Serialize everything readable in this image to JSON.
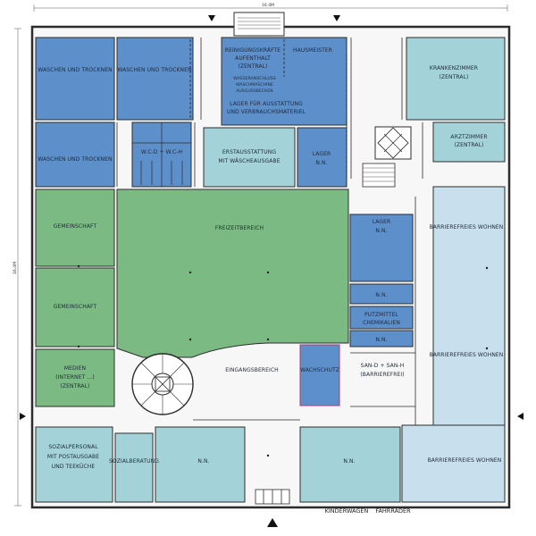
{
  "colors": {
    "dark_blue": "#5d8fcb",
    "mid_blue": "#89b6d4",
    "light_teal": "#a3d3d9",
    "pale_blue": "#c8dfee",
    "green": "#7cba84",
    "wall": "#2c2c2c"
  },
  "dimensions": {
    "top": "16.4M",
    "left": "16.4M"
  },
  "rooms": {
    "waschen_1": "WASCHEN UND TROCKNEN",
    "waschen_2": "WASCHEN UND TROCKNEN",
    "waschen_3": "WASCHEN UND TROCKNEN",
    "wc_d_h": "W.C-D + W.C-H",
    "reinigung_1": "REINIGUNGSKRÄFTE",
    "reinigung_2": "AUFENTHALT",
    "reinigung_3": "(ZENTRAL)",
    "hausmeister": "HAUSMEISTER",
    "wasser_1": "WASSERANSCHLUSS",
    "wasser_2": "WASCHMASCHINE",
    "wasser_3": "AUSGUSSBECKEN",
    "lager_ausstattung_1": "LAGER FÜR AUSSTATTUNG",
    "lager_ausstattung_2": "UND VERBRAUCHSMATERIEL",
    "krankenzimmer_1": "KRANKENZIMMER",
    "krankenzimmer_2": "(ZENTRAL)",
    "arztzimmer_1": "ARZTZIMMER",
    "arztzimmer_2": "(ZENTRAL)",
    "erstausstattung_1": "ERSTAUSSTATTUNG",
    "erstausstattung_2": "MIT WÄSCHEAUSGABE",
    "lager_nn_top_1": "LAGER",
    "lager_nn_top_2": "N.N.",
    "gemeinschaft_1": "GEMEINSCHAFT",
    "gemeinschaft_2": "GEMEINSCHAFT",
    "freizeitbereich": "FREIZEITBEREICH",
    "lager_nn_right_1": "LAGER",
    "lager_nn_right_2": "N.N.",
    "nn_right_1": "N.N.",
    "putzmittel_1": "PUTZMITTEL",
    "putzmittel_2": "CHEMIKALIEN",
    "nn_right_2": "N.N.",
    "barrierefrei_1": "BARRIEREFREIES WOHNEN",
    "barrierefrei_2": "BARRIEREFREIES WOHNEN",
    "barrierefrei_3": "BARRIEREFREIES WOHNEN",
    "medien_1": "MEDIEN",
    "medien_2": "(INTERNET ...)",
    "medien_3": "(ZENTRAL)",
    "eingang": "EINGANGSBEREICH",
    "wachschutz": "WACHSCHUTZ",
    "san_1": "SAN-D + SAN-H",
    "san_2": "(BARRIEREFREI)",
    "sozialpersonal_1": "SOZIALPERSONAL",
    "sozialpersonal_2": "MIT POSTAUSGABE",
    "sozialpersonal_3": "UND TEEKÜCHE",
    "sozialberatung": "SOZIALBERATUNG",
    "nn_bottom_1": "N.N.",
    "nn_bottom_2": "N.N."
  },
  "outside": {
    "kinderwagen": "KINDERWAGEN",
    "fahrraeder": "FAHRRÄDER"
  }
}
